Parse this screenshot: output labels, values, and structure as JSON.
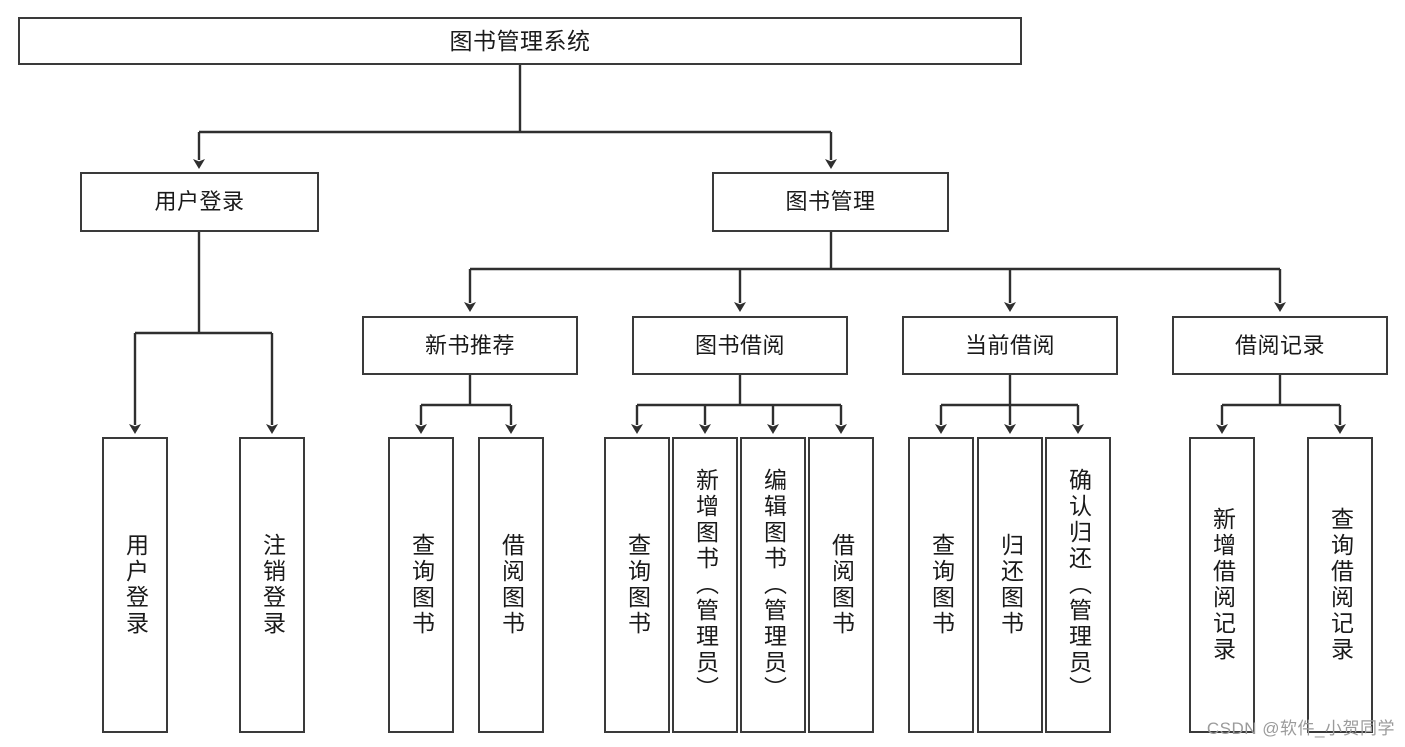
{
  "diagram": {
    "title": "图书管理系统",
    "type": "tree-hierarchy-diagram",
    "colors": {
      "box_border": "#3a3a3a",
      "box_fill": "#ffffff",
      "connector": "#2f2f2f",
      "text": "#1a1a1a",
      "watermark": "#9b9b9b"
    },
    "root": {
      "label": "图书管理系统"
    },
    "level2": [
      {
        "label": "用户登录"
      },
      {
        "label": "图书管理"
      }
    ],
    "level3": [
      {
        "label": "新书推荐"
      },
      {
        "label": "图书借阅"
      },
      {
        "label": "当前借阅"
      },
      {
        "label": "借阅记录"
      }
    ],
    "leaves": {
      "user_login": [
        {
          "label": "用户登录"
        },
        {
          "label": "注销登录"
        }
      ],
      "new_book_recommend": [
        {
          "label": "查询图书"
        },
        {
          "label": "借阅图书"
        }
      ],
      "book_borrow": [
        {
          "label": "查询图书"
        },
        {
          "label": "新增图书（管理员）"
        },
        {
          "label": "编辑图书（管理员）"
        },
        {
          "label": "借阅图书"
        }
      ],
      "current_borrow": [
        {
          "label": "查询图书"
        },
        {
          "label": "归还图书"
        },
        {
          "label": "确认归还（管理员）"
        }
      ],
      "borrow_record": [
        {
          "label": "新增借阅记录"
        },
        {
          "label": "查询借阅记录"
        }
      ]
    }
  },
  "watermark": {
    "text": "CSDN @软件_小贺同学"
  }
}
